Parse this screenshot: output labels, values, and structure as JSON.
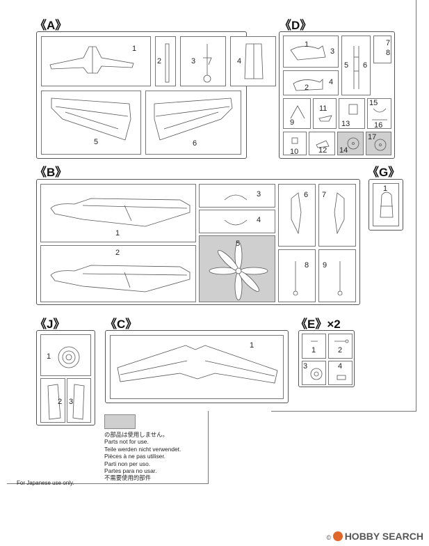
{
  "sprues": {
    "A": {
      "label": "《A》",
      "parts": [
        "1",
        "2",
        "3",
        "4",
        "5",
        "6"
      ]
    },
    "D": {
      "label": "《D》",
      "parts": [
        "1",
        "2",
        "3",
        "4",
        "5",
        "6",
        "7",
        "8",
        "9",
        "10",
        "11",
        "12",
        "13",
        "14",
        "15",
        "16",
        "17"
      ]
    },
    "B": {
      "label": "《B》",
      "parts": [
        "1",
        "2",
        "3",
        "4",
        "5",
        "6",
        "7",
        "8",
        "9"
      ]
    },
    "G": {
      "label": "《G》",
      "parts": [
        "1"
      ]
    },
    "J": {
      "label": "《J》",
      "parts": [
        "1",
        "2",
        "3"
      ]
    },
    "C": {
      "label": "《C》",
      "parts": [
        "1"
      ]
    },
    "E": {
      "label": "《E》×2",
      "parts": [
        "1",
        "2",
        "3",
        "4"
      ]
    }
  },
  "legend": {
    "lines": [
      "の部品は使用しません。",
      "Parts not for use.",
      "Teile werden nicht verwendet.",
      "Pièces à ne pas utiliser.",
      "Parti non per uso.",
      "Partes para no usar.",
      "不需要使用的部件"
    ],
    "japanese_only": "For Japanese use only."
  },
  "footer": {
    "brand": "HOBBY SEARCH",
    "mark": "© ",
    "icon": "hobby-search-logo-icon"
  },
  "colors": {
    "unused_part_fill": "#cfcfcf",
    "line": "#555555"
  }
}
